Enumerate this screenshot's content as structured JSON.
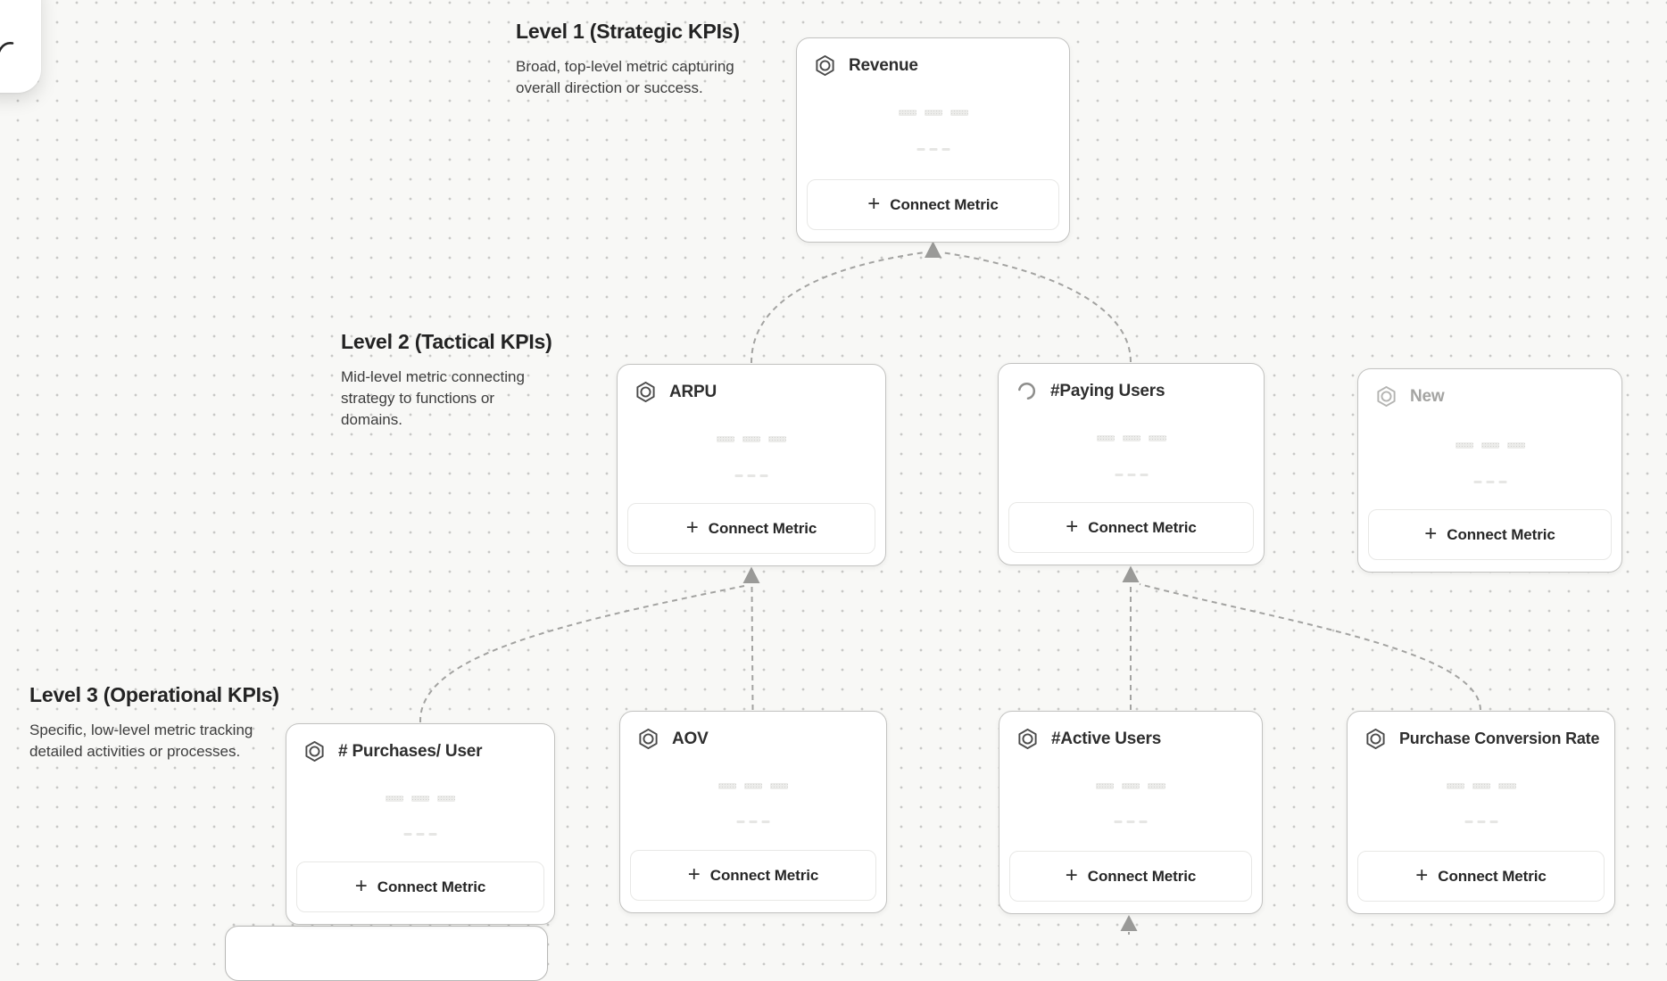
{
  "canvas": {
    "background_color": "#f8f8f6",
    "dot_color": "#c8c8c6",
    "connector_color": "#a3a3a1",
    "arrow_color": "#9a9a98"
  },
  "levels": [
    {
      "title": "Level 1 (Strategic KPIs)",
      "description": "Broad, top-level metric capturing overall direction or success."
    },
    {
      "title": "Level 2 (Tactical KPIs)",
      "description": "Mid-level metric connecting strategy to functions or domains."
    },
    {
      "title": "Level 3 (Operational KPIs)",
      "description": "Specific, low-level metric tracking detailed activities or processes."
    }
  ],
  "cards": [
    {
      "id": "revenue",
      "title": "Revenue",
      "icon": "hexagon-metric-icon",
      "state": "normal",
      "level": 1
    },
    {
      "id": "arpu",
      "title": "ARPU",
      "icon": "hexagon-metric-icon",
      "state": "normal",
      "level": 2
    },
    {
      "id": "paying-users",
      "title": "#Paying Users",
      "icon": "spinner-icon",
      "state": "loading",
      "level": 2
    },
    {
      "id": "new",
      "title": "New",
      "icon": "hexagon-metric-icon",
      "state": "draft",
      "level": 2
    },
    {
      "id": "purchases-per-user",
      "title": "# Purchases/ User",
      "icon": "hexagon-metric-icon",
      "state": "normal",
      "level": 3
    },
    {
      "id": "aov",
      "title": "AOV",
      "icon": "hexagon-metric-icon",
      "state": "normal",
      "level": 3
    },
    {
      "id": "active-users",
      "title": "#Active Users",
      "icon": "hexagon-metric-icon",
      "state": "normal",
      "level": 3
    },
    {
      "id": "purchase-conversion-rate",
      "title": "Purchase Conversion Rate",
      "icon": "hexagon-metric-icon",
      "state": "normal",
      "level": 3
    }
  ],
  "ui": {
    "connect_label": "Connect Metric",
    "plus": "+"
  }
}
